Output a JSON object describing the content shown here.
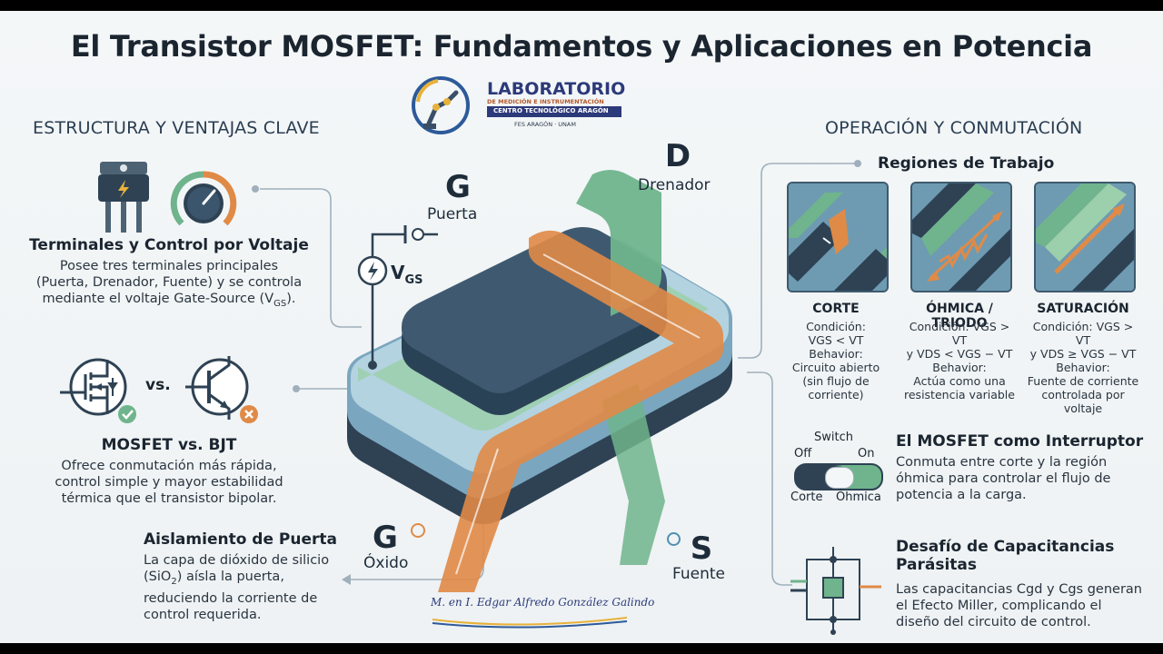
{
  "title": "El Transistor MOSFET: Fundamentos y Aplicaciones en Potencia",
  "logo": {
    "name": "LABORATORIO",
    "line1": "DE MEDICIÓN E INSTRUMENTACIÓN",
    "line2": "CENTRO TECNOLÓGICO ARAGÓN",
    "line3": "FES ARAGÓN · UNAM"
  },
  "left": {
    "heading": "ESTRUCTURA Y VENTAJAS CLAVE",
    "terminales": {
      "title": "Terminales y Control por Voltaje",
      "body": [
        "Posee tres terminales principales",
        "(Puerta, Drenador, Fuente) y se controla",
        "mediante el voltaje Gate-Source (V",
        "GS",
        ")."
      ]
    },
    "vs": {
      "vs_label": "vs.",
      "title": "MOSFET vs. BJT",
      "body": [
        "Ofrece conmutación más rápida,",
        "control simple y mayor estabilidad",
        "térmica que el transistor bipolar."
      ]
    },
    "aislamiento": {
      "title": "Aislamiento de Puerta",
      "body": [
        "La capa de dióxido de silicio",
        "(SiO",
        "2",
        ") aísla la puerta,",
        "reduciendo la corriente de",
        "control requerida."
      ]
    }
  },
  "center": {
    "gate_letter": "G",
    "gate_label": "Puerta",
    "vgs_main": "V",
    "vgs_sub": "GS",
    "drain_letter": "D",
    "drain_label": "Drenador",
    "oxide_letter": "G",
    "oxide_label": "Óxido",
    "source_letter": "S",
    "source_label": "Fuente",
    "signature": "M. en I. Edgar Alfredo González Galindo"
  },
  "right": {
    "heading": "OPERACIÓN Y CONMUTACIÓN",
    "regiones_title": "Regiones de Trabajo",
    "regions": [
      {
        "name": "CORTE",
        "lines": [
          "Condición:",
          "VGS < VT",
          "Behavior:",
          "Circuito abierto",
          "(sin flujo de",
          "corriente)"
        ]
      },
      {
        "name": "ÓHMICA / TRIODO",
        "lines": [
          "Condición: VGS > VT",
          "y VDS < VGS − VT",
          "Behavior:",
          "Actúa como una",
          "resistencia variable"
        ]
      },
      {
        "name": "SATURACIÓN",
        "lines": [
          "Condición: VGS > VT",
          "y VDS ≥ VGS − VT",
          "Behavior:",
          "Fuente de corriente",
          "controlada por",
          "voltaje"
        ]
      }
    ],
    "switch": {
      "label": "Switch",
      "off": "Off",
      "on": "On",
      "left_caption": "Corte",
      "right_caption": "Óhmica",
      "title": "El MOSFET como Interruptor",
      "body": [
        "Conmuta entre corte y la región",
        "óhmica para controlar el flujo de",
        "potencia a la carga."
      ]
    },
    "capacitancias": {
      "title_line1": "Desafío de Capacitancias",
      "title_line2": "Parásitas",
      "body": [
        "Las capacitancias Cgd y Cgs generan",
        "el Efecto Miller, complicando el",
        "diseño del circuito de control."
      ]
    }
  },
  "colors": {
    "orange": "#e08a47",
    "green": "#6fb48c",
    "navy": "#2f4a60",
    "accent": "#4f8fb0"
  }
}
